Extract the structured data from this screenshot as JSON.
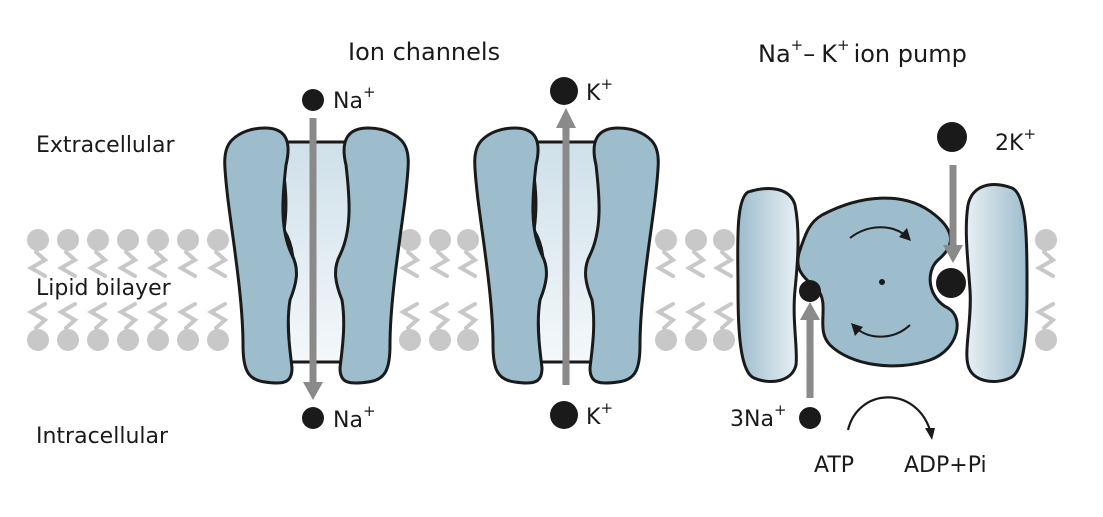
{
  "labels": {
    "extracellular": "Extracellular",
    "lipid_bilayer": "Lipid bilayer",
    "intracellular": "Intracellular",
    "ion_channels": "Ion channels",
    "pump_na": "Na",
    "pump_k": "K",
    "pump_rest": "ion pump"
  },
  "ions": {
    "na": "Na",
    "k": "K",
    "plus": "+",
    "dash": "–",
    "two_k": "2K",
    "three_na": "3Na"
  },
  "reaction": {
    "atp": "ATP",
    "adp": "ADP+Pi"
  },
  "colors": {
    "protein": "#9dbccc",
    "protein_light": "#dbe7ee",
    "lipid": "#c8c8c8",
    "arrow": "#8a8a8a",
    "ion": "#1a1a1a",
    "outline": "#1a1a1a"
  }
}
